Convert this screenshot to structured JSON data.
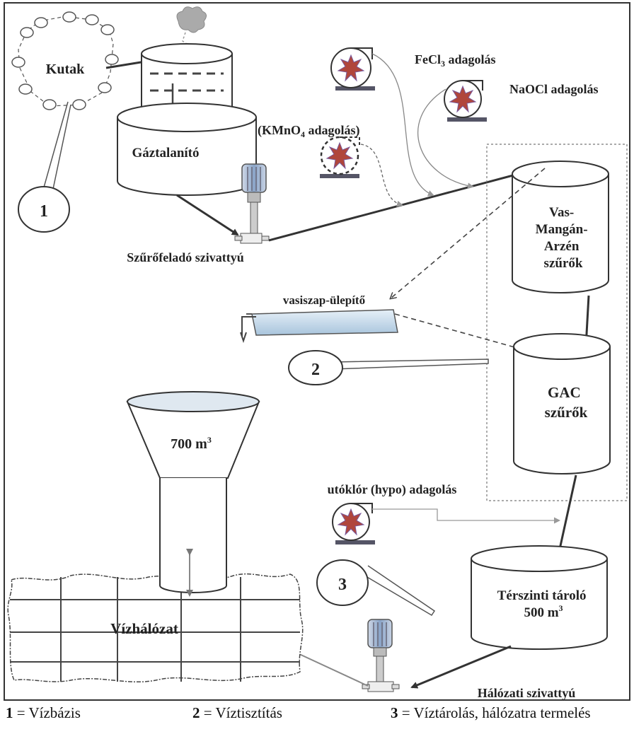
{
  "labels": {
    "kutak": "Kutak",
    "gaztalanito": "Gáztalanító",
    "szurofelado": "Szűrőfeladó szivattyú",
    "fecl3_main": "FeCl",
    "fecl3_sub": "3",
    "fecl3_rest": " adagolás",
    "naocl": "NaOCl adagolás",
    "kmno4_open": "(KMnO",
    "kmno4_sub": "4",
    "kmno4_rest": " adagolás)",
    "vas_line1": "Vas-",
    "vas_line2": "Mangán-",
    "vas_line3": "Arzén",
    "vas_line4": "szűrők",
    "vasiszap": "vasiszap-ülepítő",
    "gac_line1": "GAC",
    "gac_line2": "szűrők",
    "water_tower_main": "700 m",
    "water_tower_sup": "3",
    "utoklor": "utóklór (hypo) adagolás",
    "terszinti_line1": "Térszinti tároló",
    "terszinti_line2_main": "500 m",
    "terszinti_line2_sup": "3",
    "vizhalozat": "Vízhálózat",
    "halozati": "Hálózati szivattyú"
  },
  "callouts": [
    "1",
    "2",
    "3"
  ],
  "legend": [
    {
      "num": "1",
      "text": " = Vízbázis"
    },
    {
      "num": "2",
      "text": " = Víztisztítás"
    },
    {
      "num": "3",
      "text": " = Víztárolás, hálózatra termelés"
    }
  ]
}
